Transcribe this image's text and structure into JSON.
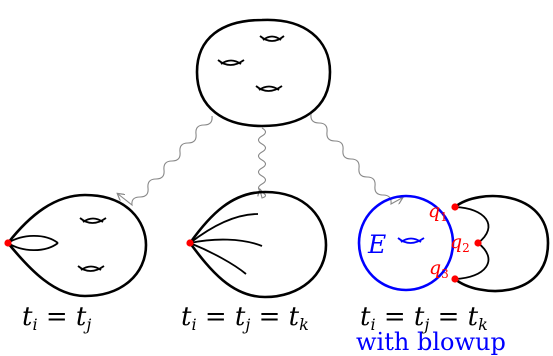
{
  "diagram": {
    "labels": {
      "left_caption": {
        "var": "t",
        "sub1": "i",
        "eq": " = ",
        "sub2": "j"
      },
      "middle_caption": {
        "var": "t",
        "sub1": "i",
        "sub2": "j",
        "sub3": "k",
        "eq": " = "
      },
      "right_caption": {
        "var": "t",
        "sub1": "i",
        "sub2": "j",
        "sub3": "k",
        "eq": " = "
      },
      "right_subcaption": "with blowup",
      "exceptional_divisor": "E",
      "points": [
        {
          "base": "q",
          "sub": "1"
        },
        {
          "base": "q",
          "sub": "2"
        },
        {
          "base": "q",
          "sub": "3"
        }
      ]
    },
    "colors": {
      "curve": "#000000",
      "arrow": "#888888",
      "blowup": "#0000ff",
      "node_point": "#ff0000"
    }
  }
}
